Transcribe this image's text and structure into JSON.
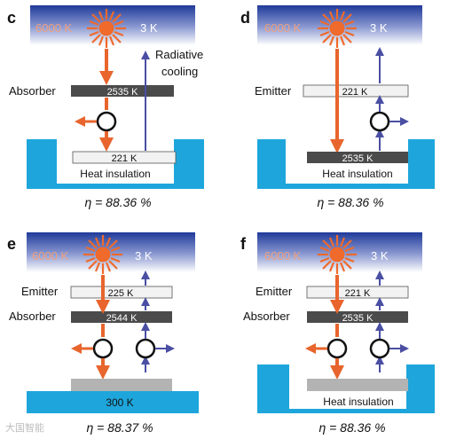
{
  "colors": {
    "sky_top": "#1f3a9a",
    "sky_bottom": "#ffffff",
    "sun": "#ef6a2b",
    "solar_arrow": "#e8652d",
    "cooling_arrow": "#4a4fa3",
    "dark_layer": "#4b4b4b",
    "light_layer": "#f2f2f2",
    "pool": "#1ea6dc",
    "gray_block": "#b3b3b3"
  },
  "panels": [
    {
      "letter": "c",
      "sun_temp": "6000 K",
      "sky_temp": "3 K",
      "annotation_line1": "Radiative",
      "annotation_line2": "cooling",
      "absorber_label": "Absorber",
      "absorber_temp": "2535 K",
      "bottom_temp": "221 K",
      "insulation_label": "Heat insulation",
      "efficiency": "η = 88.36 %"
    },
    {
      "letter": "d",
      "sun_temp": "6000 K",
      "sky_temp": "3 K",
      "emitter_label": "Emitter",
      "emitter_temp": "221 K",
      "bottom_temp": "2535 K",
      "insulation_label": "Heat insulation",
      "efficiency": "η = 88.36 %"
    },
    {
      "letter": "e",
      "sun_temp": "6000 K",
      "sky_temp": "3 K",
      "emitter_label": "Emitter",
      "emitter_temp": "225 K",
      "absorber_label": "Absorber",
      "absorber_temp": "2544 K",
      "bath_temp": "300 K",
      "efficiency": "η = 88.37 %"
    },
    {
      "letter": "f",
      "sun_temp": "6000 K",
      "sky_temp": "3 K",
      "emitter_label": "Emitter",
      "emitter_temp": "221 K",
      "absorber_label": "Absorber",
      "absorber_temp": "2535 K",
      "insulation_label": "Heat insulation",
      "efficiency": "η = 88.36 %"
    }
  ],
  "watermark": "大国智能"
}
